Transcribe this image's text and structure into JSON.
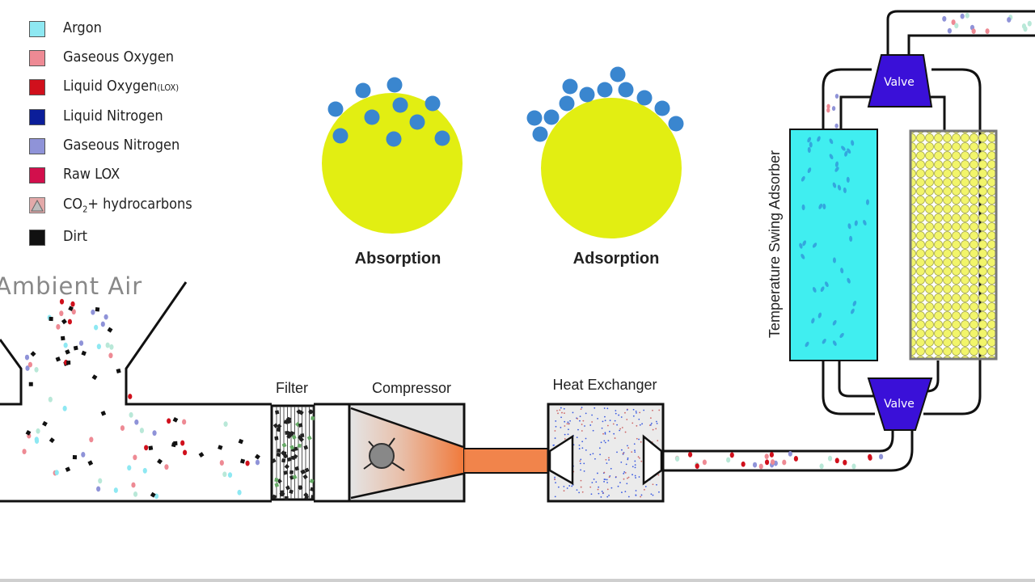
{
  "legend": {
    "items": [
      {
        "label": "Argon",
        "color": "#8ee8f2",
        "shape": "square"
      },
      {
        "label": "Gaseous Oxygen",
        "color": "#ee8a94",
        "shape": "square"
      },
      {
        "label": "Liquid Oxygen",
        "suffix": "(LOX)",
        "color": "#d0101c",
        "shape": "square"
      },
      {
        "label": "Liquid Nitrogen",
        "color": "#0b1e9a",
        "shape": "square"
      },
      {
        "label": "Gaseous Nitrogen",
        "color": "#8f93d8",
        "shape": "square"
      },
      {
        "label": "Raw LOX",
        "color": "#d20f4c",
        "shape": "square"
      },
      {
        "label": "CO",
        "sub": "2",
        "after": "+ hydrocarbons",
        "color": "#c9c9c9",
        "shape": "triangle"
      },
      {
        "label": "Dirt",
        "color": "#111111",
        "shape": "square"
      }
    ]
  },
  "concepts": {
    "absorption_label": "Absorption",
    "adsorption_label": "Adsorption",
    "sphere_color": "#e2ee12",
    "molecule_color": "#3a86cf"
  },
  "process": {
    "ambient_air_label": "Ambient Air",
    "filter_label": "Filter",
    "compressor_label": "Compressor",
    "heat_exchanger_label": "Heat Exchanger",
    "tsa_label": "Temperature Swing Adsorber",
    "valve_top_label": "Valve",
    "valve_bottom_label": "Valve",
    "valve_color": "#3a10d8",
    "adsorber_left_color": "#40eef0",
    "adsorber_right_color": "#f2f56a",
    "compressed_air_color": "#f07a3c"
  }
}
